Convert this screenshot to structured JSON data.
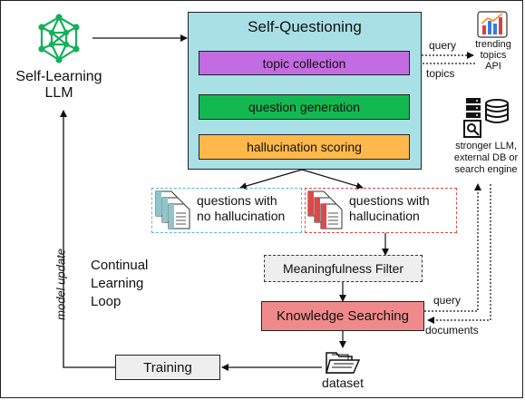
{
  "self_learning_llm": {
    "line1": "Self-Learning",
    "line2": "LLM"
  },
  "self_questioning": {
    "title": "Self-Questioning",
    "steps": [
      "topic collection",
      "question generation",
      "hallucination scoring"
    ]
  },
  "trending_api": {
    "line1": "trending",
    "line2": "topics",
    "line3": "API",
    "query_label": "query",
    "topics_label": "topics"
  },
  "external_source": {
    "line1": "stronger LLM,",
    "line2": "external DB or",
    "line3": "search engine"
  },
  "questions_no_hallucination": {
    "line1": "questions with",
    "line2": "no hallucination"
  },
  "questions_hallucination": {
    "line1": "questions with",
    "line2": "hallucination"
  },
  "meaningfulness_filter": "Meaningfulness Filter",
  "knowledge_searching": {
    "label": "Knowledge Searching",
    "query_label": "query",
    "documents_label": "documents"
  },
  "dataset": "dataset",
  "training": "Training",
  "loop": {
    "line1": "Continual",
    "line2": "Learning",
    "line3": "Loop"
  },
  "model_update": "model update",
  "colors": {
    "self_questioning_bg": "#a8e0e6",
    "topic_collection": "#c36be0",
    "question_generation": "#14b851",
    "hallucination_scoring": "#ffb84a",
    "knowledge_searching": "#f08a8a",
    "meaningfulness_filter": "#eeeeee",
    "training": "#eeeeee",
    "llm_icon": "#15b05a"
  }
}
